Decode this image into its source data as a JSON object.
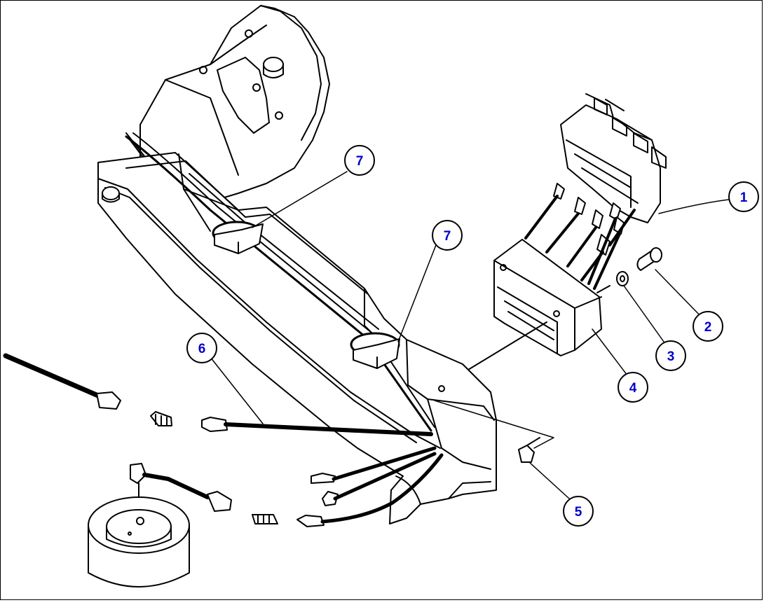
{
  "diagram": {
    "callouts": [
      {
        "id": "c1",
        "label": "1"
      },
      {
        "id": "c2",
        "label": "2"
      },
      {
        "id": "c3",
        "label": "3"
      },
      {
        "id": "c4",
        "label": "4"
      },
      {
        "id": "c5",
        "label": "5"
      },
      {
        "id": "c6",
        "label": "6"
      },
      {
        "id": "c7a",
        "label": "7"
      },
      {
        "id": "c7b",
        "label": "7"
      }
    ],
    "colors": {
      "line": "#000000",
      "callout_text": "#0000cc",
      "background": "#ffffff"
    }
  }
}
